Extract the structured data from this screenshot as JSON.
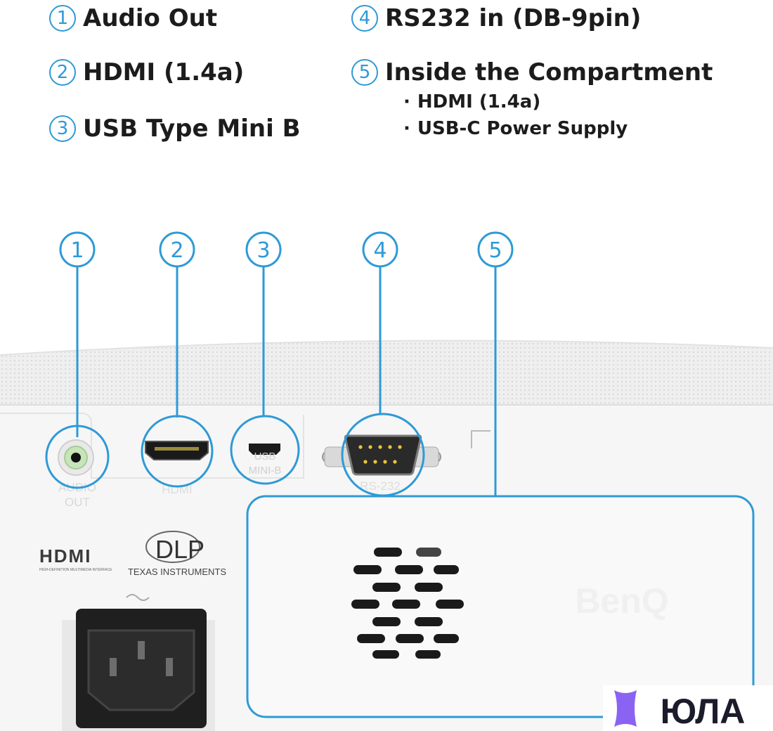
{
  "legend": {
    "items": [
      {
        "num": "1",
        "label": "Audio Out"
      },
      {
        "num": "2",
        "label": "HDMI (1.4a)"
      },
      {
        "num": "3",
        "label": "USB Type Mini B"
      },
      {
        "num": "4",
        "label": "RS232 in (DB-9pin)"
      },
      {
        "num": "5",
        "label": "Inside the Compartment"
      }
    ],
    "sub_items": [
      "HDMI (1.4a)",
      "USB-C Power Supply"
    ],
    "bullet": "·"
  },
  "callouts": [
    "1",
    "2",
    "3",
    "4",
    "5"
  ],
  "panel_labels": {
    "audio": "AUDIO\nOUT",
    "audio_1": "AUDIO",
    "audio_2": "OUT",
    "hdmi": "HDMI",
    "usb_1": "USB",
    "usb_2": "MINI-B",
    "rs232": "RS-232"
  },
  "logos": {
    "hdmi_logo": "HDMI",
    "hdmi_tagline": "HIGH-DEFINITION MULTIMEDIA INTERFACE",
    "dlp": "DLP",
    "ti": "TEXAS INSTRUMENTS",
    "brand": "BenQ",
    "watermark": "ЮЛА"
  },
  "colors": {
    "accent": "#2e9ad6",
    "text": "#1c1c1c",
    "body": "#f2f2f2",
    "plug": "#2b2b2b"
  }
}
